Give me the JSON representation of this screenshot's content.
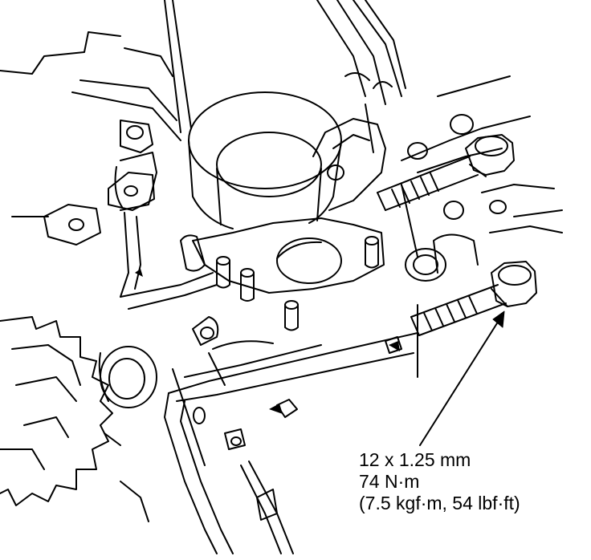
{
  "callout": {
    "bolt_size": "12 x 1.25 mm",
    "torque_nm": "74 N·m",
    "torque_alt": "(7.5 kgf·m, 54 lbf·ft)"
  },
  "colors": {
    "line": "#000000",
    "background": "#ffffff"
  }
}
